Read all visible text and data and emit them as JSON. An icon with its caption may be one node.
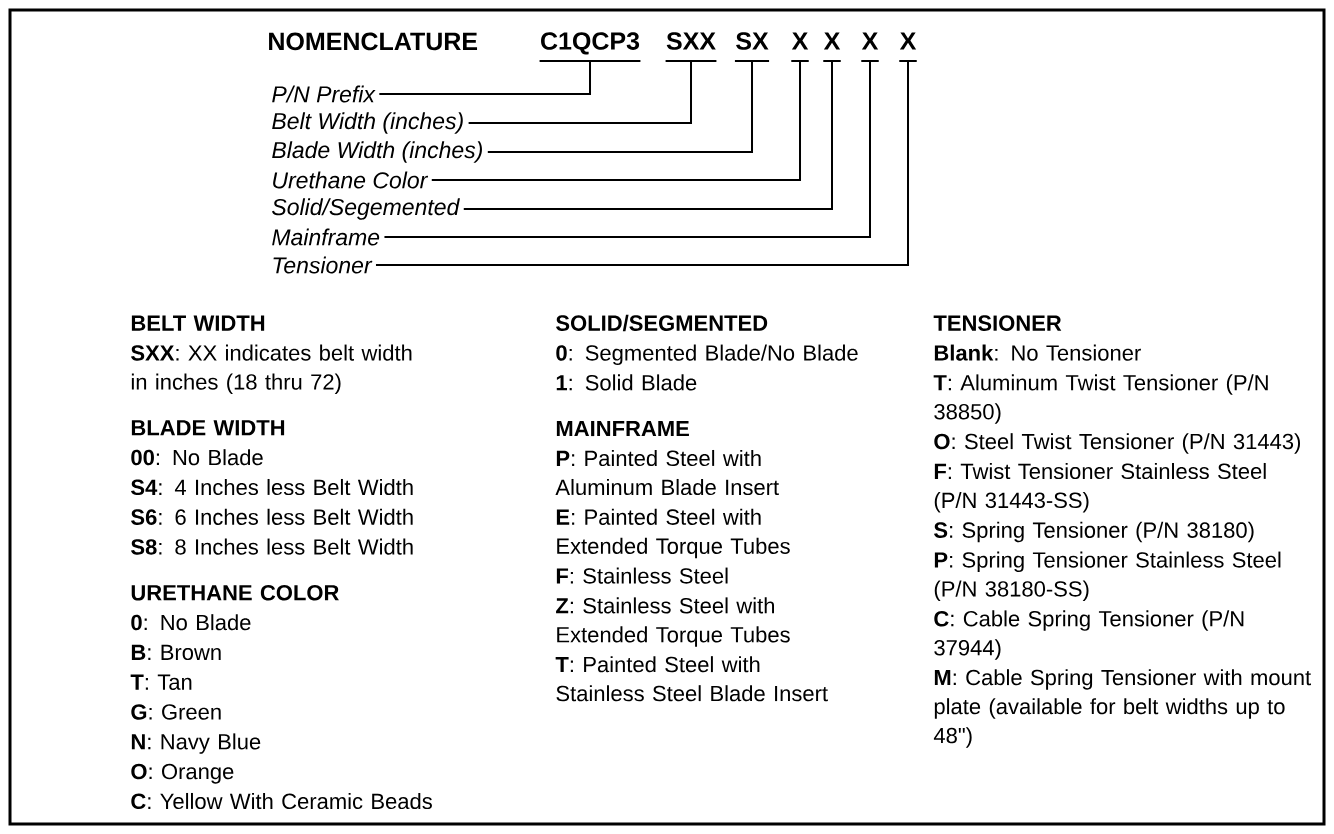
{
  "diagram": {
    "nodes": [
      {
        "text": [
          "C1QCP3"
        ]
      },
      {
        "text": [
          "SXX"
        ]
      },
      {
        "text": [
          "SX"
        ]
      },
      {
        "text": [
          "X"
        ]
      },
      {
        "text": [
          "X"
        ]
      },
      {
        "text": [
          "X"
        ]
      },
      {
        "text": [
          "X"
        ]
      },
      {
        "text": [
          "P/N Prefix"
        ]
      },
      {
        "text": [
          "Belt Width (inches)"
        ]
      },
      {
        "text": [
          "Blade Width (inches)"
        ]
      },
      {
        "text": [
          "Urethane Color"
        ]
      },
      {
        "text": [
          "Solid/Segemented"
        ]
      },
      {
        "text": [
          "Mainframe"
        ]
      },
      {
        "text": [
          "Tensioner"
        ]
      }
    ],
    "edges": [
      {
        "from": 7,
        "to": 0,
        "arrow": "none"
      },
      {
        "from": 8,
        "to": 1,
        "arrow": "none"
      },
      {
        "from": 9,
        "to": 2,
        "arrow": "none"
      },
      {
        "from": 10,
        "to": 3,
        "arrow": "none"
      },
      {
        "from": 11,
        "to": 4,
        "arrow": "none"
      },
      {
        "from": 12,
        "to": 5,
        "arrow": "none"
      },
      {
        "from": 13,
        "to": 6,
        "arrow": "none"
      }
    ],
    "labels": [
      "NOMENCLATURE",
      "BELT WIDTH",
      "**SXX**: XX indicates belt width in inches (18 thru 72)",
      "BLADE WIDTH",
      "**00**: No Blade",
      "**S4**: 4 Inches less Belt Width",
      "**S6**: 6 Inches less Belt Width",
      "**S8**: 8 Inches less Belt Width",
      "URETHANE COLOR",
      "**0**: No Blade",
      "**B**: Brown",
      "**T**: Tan",
      "**G**: Green",
      "**N**: Navy Blue",
      "**O**: Orange",
      "**C**: Yellow With Ceramic Beads",
      "SOLID/SEGMENTED",
      "**0**: Segmented Blade/No Blade",
      "**1**: Solid Blade",
      "MAINFRAME",
      "**P**: Painted Steel with Aluminum Blade Insert",
      "**E**: Painted Steel with Extended Torque Tubes",
      "**F**: Stainless Steel",
      "**Z**: Stainless Steel with Extended Torque Tubes",
      "**T**: Painted Steel with Stainless Steel Blade Insert",
      "TENSIONER",
      "**Blank**: No Tensioner",
      "**T**: Aluminum Twist Tensioner (P/N 38850)",
      "**O**: Steel Twist Tensioner (P/N 31443)",
      "**F**: Twist Tensioner Stainless Steel (P/N 31443-SS)",
      "**S**: Spring Tensioner (P/N 38180)",
      "**P**: Spring Tensioner Stainless Steel (P/N 38180-SS)",
      "**C**: Cable Spring Tensioner (P/N 37944)",
      "**M**: Cable Spring Tensioner with mount plate (available for belt widths up to 48\")"
    ]
  }
}
